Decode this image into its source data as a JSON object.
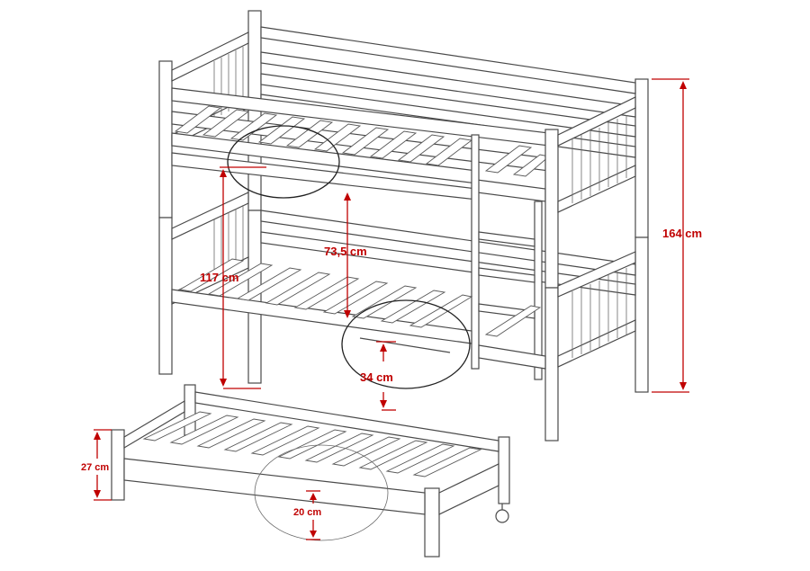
{
  "dimensions": {
    "total_height": "164 cm",
    "lower_bed_height": "117 cm",
    "bed_clearance": "73,5 cm",
    "rail_height": "34 cm",
    "trundle_height": "27 cm",
    "trundle_rail": "20 cm"
  },
  "colors": {
    "dimension": "#c00000",
    "outline": "#4a4a4a",
    "background": "#ffffff"
  }
}
